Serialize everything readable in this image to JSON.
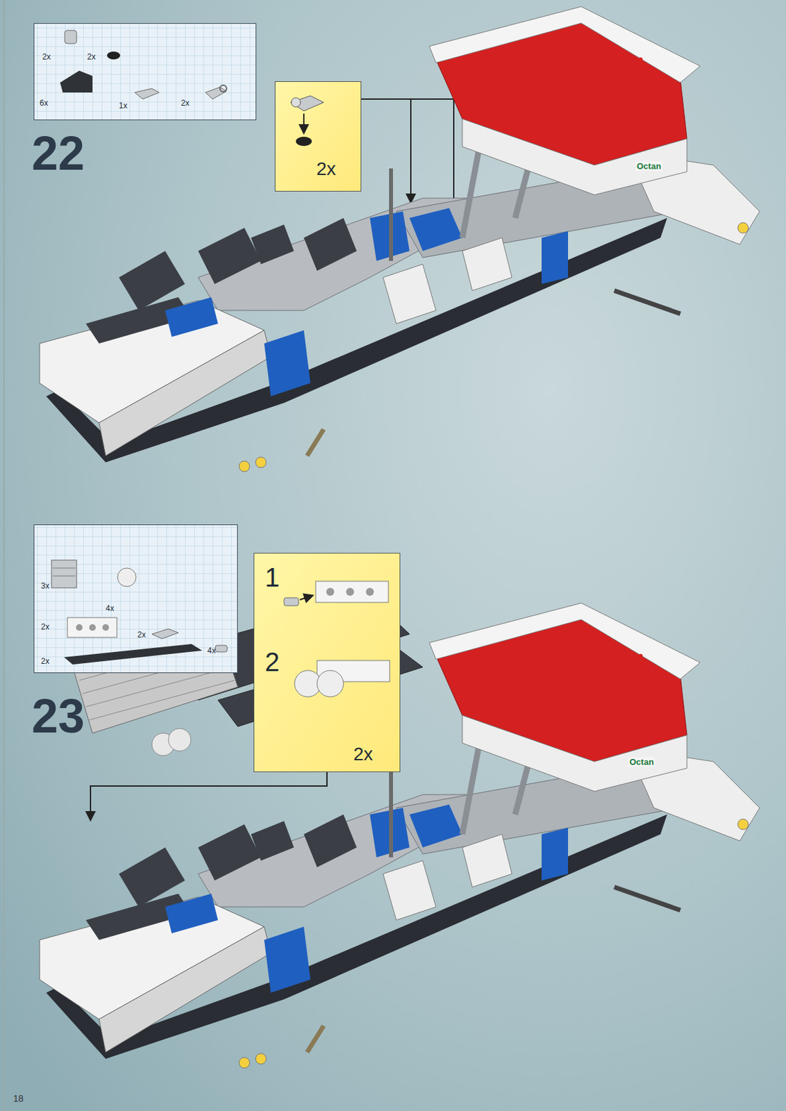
{
  "diagram": {
    "nodes": [
      {
        "text": [
          "2x",
          "2x",
          "6x",
          "1x",
          "2x"
        ]
      },
      {
        "text": [
          "2x"
        ]
      },
      {
        "text": [
          "3x",
          "4x",
          "2x",
          "2x",
          "2x",
          "4x"
        ]
      },
      {
        "text": [
          "1",
          "2",
          "2x"
        ]
      }
    ],
    "labels": [
      "22",
      "Octan",
      "23",
      "Octan",
      "18"
    ]
  }
}
